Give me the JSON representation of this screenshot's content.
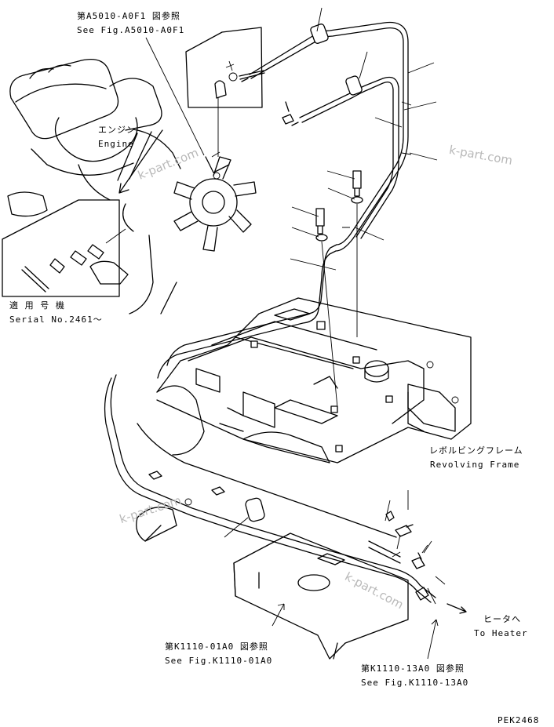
{
  "labels": {
    "ref_a5010_jp": "第A5010-A0F1 図参照",
    "ref_a5010_en": "See Fig.A5010-A0F1",
    "engine_jp": "エンジン",
    "engine_en": "Engine",
    "serial_jp": "適 用 号 機",
    "serial_en": "Serial No.2461～",
    "frame_jp": "レボルビングフレーム",
    "frame_en": "Revolving Frame",
    "heater_jp": "ヒータへ",
    "heater_en": "To Heater",
    "ref_k1110_01_jp": "第K1110-01A0 図参照",
    "ref_k1110_01_en": "See Fig.K1110-01A0",
    "ref_k1110_13_jp": "第K1110-13A0 図参照",
    "ref_k1110_13_en": "See Fig.K1110-13A0",
    "drawing_code": "PEK2468"
  },
  "watermarks": [
    "k-part.com",
    "k-part.com",
    "k-part.com",
    "k-part.com"
  ]
}
